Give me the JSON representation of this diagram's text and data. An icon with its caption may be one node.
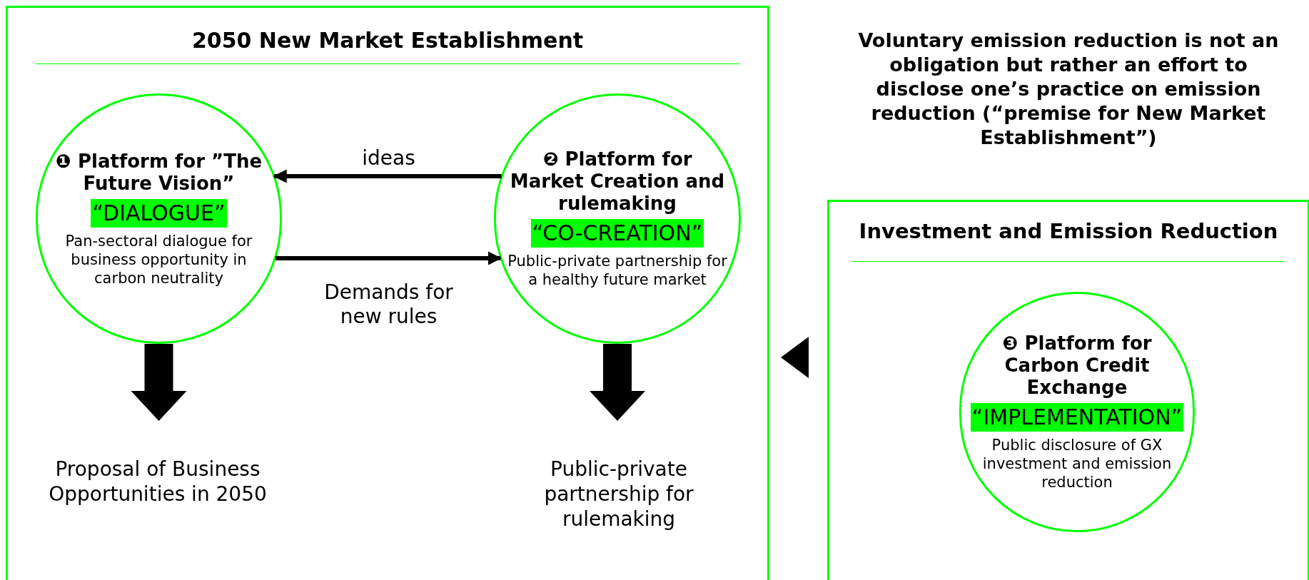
{
  "diagram": {
    "nodes": [
      {
        "text": [
          "2050 New Market Establishment"
        ]
      },
      {
        "text": [
          "❶ Platform for ”The Future Vision”",
          "“DIALOGUE”",
          "Pan-sectoral dialogue for business opportunity in carbon neutrality"
        ],
        "in": 0
      },
      {
        "text": [
          "❷ Platform for Market Creation and rulemaking",
          "“CO-CREATION”",
          "Public-private partnership for a healthy future market"
        ],
        "in": 0
      },
      {
        "text": [
          "Proposal of Business Opportunities in 2050"
        ],
        "in": 0
      },
      {
        "text": [
          "Public-private partnership for rulemaking"
        ],
        "in": 0
      },
      {
        "text": [
          "Investment and Emission Reduction"
        ]
      },
      {
        "text": [
          "❸ Platform for Carbon Credit Exchange",
          "“IMPLEMENTATION”",
          "Public disclosure of GX investment and emission reduction"
        ],
        "in": 5
      }
    ],
    "edges": [
      {
        "from": 2,
        "to": 1,
        "arrow": "to",
        "label": "ideas"
      },
      {
        "from": 1,
        "to": 2,
        "arrow": "to",
        "label": "Demands for new rules"
      },
      {
        "from": 1,
        "to": 3,
        "arrow": "to",
        "style": "thick"
      },
      {
        "from": 2,
        "to": 4,
        "arrow": "to",
        "style": "thick"
      },
      {
        "from": 5,
        "to": 0,
        "arrow": "to",
        "style": "thick"
      }
    ],
    "labels": [
      "Voluntary emission reduction is not an obligation but rather an effort to disclose one’s practice on emission reduction (“premise for New Market Establishment”)"
    ]
  }
}
